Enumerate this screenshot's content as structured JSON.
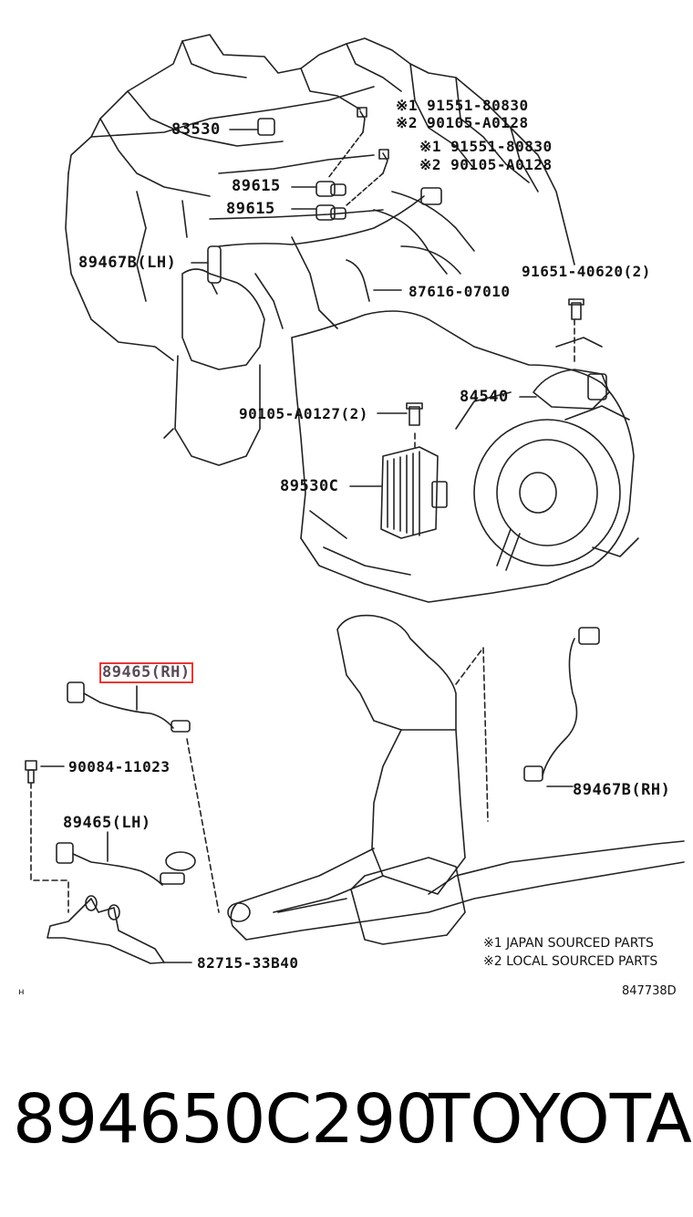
{
  "labels": {
    "l83530": "83530",
    "l91551a": "※1 91551-80830",
    "l90105a": "※2 90105-A0128",
    "l91551b": "※1 91551-80830",
    "l90105b": "※2 90105-A0128",
    "l89615a": "89615",
    "l89615b": "89615",
    "l89467b_lh": "89467B(LH)",
    "l91651": "91651-40620(2)",
    "l87616": "87616-07010",
    "l84540": "84540",
    "l90105_a0127": "90105-A0127(2)",
    "l89530c": "89530C",
    "l89465_rh": "89465(RH)",
    "l90084": "90084-11023",
    "l89467b_rh": "89467B(RH)",
    "l89465_lh": "89465(LH)",
    "l82715": "82715-33B40"
  },
  "notes": {
    "japan": "※1 JAPAN SOURCED PARTS",
    "local": "※2 LOCAL SOURCED PARTS",
    "code": "847738D",
    "corner_mark": "н"
  },
  "footer": {
    "part_number": "894650C290",
    "brand": "TOYOTA"
  },
  "highlight_color": "#e53935"
}
